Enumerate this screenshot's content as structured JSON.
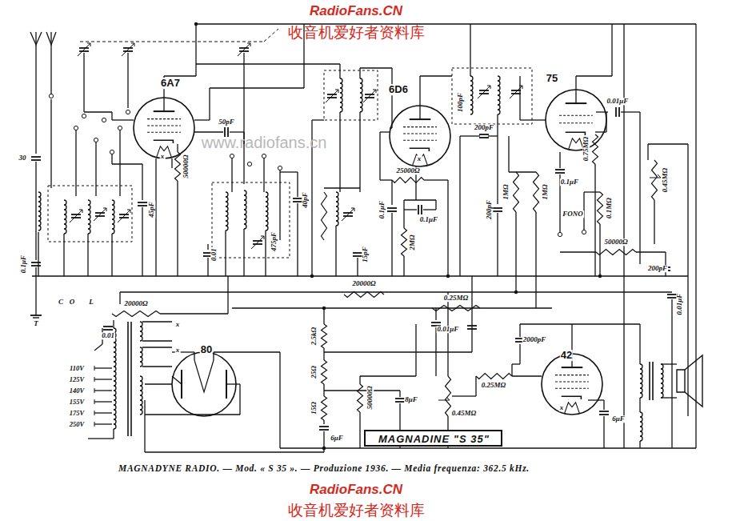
{
  "diagram": {
    "caption": "MAGNADYNE RADIO. — Mod. « S 35 ». — Produzione 1936. — Media frequenza: 362.5 kHz.",
    "nodes": [
      {
        "text": [
          "MAGNADINE \"S 35\""
        ]
      }
    ],
    "labels": [
      "RadioFans.CN",
      "收音机爱好者资料库",
      "www.radiofans.cn",
      "6A7",
      "6D6",
      "75",
      "80",
      "42",
      "50pF",
      "50000Ω",
      "30",
      "0.1μF",
      "45pF",
      "0.01",
      "475pF",
      "40pF",
      "15pF",
      "25000Ω",
      "0.1μF",
      "0.1μF",
      "2MΩ",
      "100pF",
      "200pF",
      "200pF",
      "1MΩ",
      "1MΩ",
      "0.01μF",
      "0.75MΩ",
      "0.1μF",
      "0.1MΩ",
      "0.45MΩ",
      "FONO",
      "50000Ω",
      "200pF",
      "0.01μF",
      "20000Ω",
      "20000Ω",
      "0.25MΩ",
      "2.5kΩ",
      "25Ω",
      "15Ω",
      "6μF",
      "50000Ω",
      "8μF",
      "0.01μF",
      "0.45MΩ",
      "0.25MΩ",
      "2000pF",
      "6μF",
      "0.01",
      "110V",
      "125V",
      "140V",
      "155V",
      "175V",
      "250V",
      "x",
      "x",
      "x",
      "x",
      "x",
      "T",
      "C",
      "O",
      "L",
      "RadioFans.CN",
      "收音机爱好者资料库"
    ]
  }
}
